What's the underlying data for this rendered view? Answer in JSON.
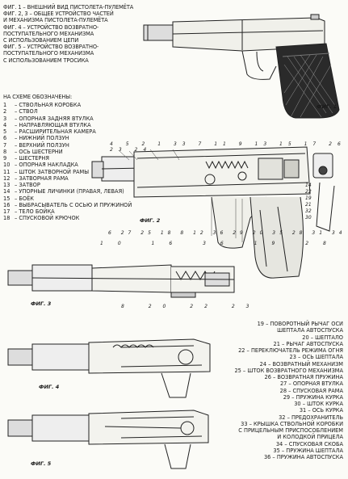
{
  "captions": [
    "ФИГ. 1 – ВНЕШНИЙ ВИД ПИСТОЛЕТА-ПУЛЕМЁТА",
    "ФИГ. 2, 3 – ОБЩЕЕ УСТРОЙСТВО ЧАСТЕЙ",
    "И МЕХАНИЗМА ПИСТОЛЕТА-ПУЛЕМЁТА",
    "ФИГ. 4 – УСТРОЙСТВО ВОЗВРАТНО-",
    "ПОСТУПАТЕЛЬНОГО МЕХАНИЗМА",
    "С ИСПОЛЬЗОВАНИЕМ ЦЕПИ",
    "ФИГ. 5 – УСТРОЙСТВО ВОЗВРАТНО-",
    "ПОСТУПАТЕЛЬНОГО МЕХАНИЗМА",
    "С ИСПОЛЬЗОВАНИЕМ ТРОСИКА"
  ],
  "legend_heading": "НА СХЕМЕ ОБОЗНАЧЕНЫ:",
  "legend_left": [
    {
      "n": "1",
      "label": "– СТВОЛЬНАЯ КОРОБКА"
    },
    {
      "n": "2",
      "label": "– СТВОЛ"
    },
    {
      "n": "3",
      "label": "– ОПОРНАЯ ЗАДНЯЯ ВТУЛКА"
    },
    {
      "n": "4",
      "label": "– НАПРАВЛЯЮЩАЯ ВТУЛКА"
    },
    {
      "n": "5",
      "label": "– РАСШИРИТЕЛЬНАЯ КАМЕРА"
    },
    {
      "n": "6",
      "label": "– НИЖНИЙ ПОЛЗУН"
    },
    {
      "n": "7",
      "label": "– ВЕРХНИЙ ПОЛЗУН"
    },
    {
      "n": "8",
      "label": "– ОСЬ ШЕСТЕРНИ"
    },
    {
      "n": "9",
      "label": "– ШЕСТЕРНЯ"
    },
    {
      "n": "10",
      "label": "– ОПОРНАЯ НАКЛАДКА"
    },
    {
      "n": "11",
      "label": "– ШТОК ЗАТВОРНОЙ РАМЫ"
    },
    {
      "n": "12",
      "label": "– ЗАТВОРНАЯ РАМА"
    },
    {
      "n": "13",
      "label": "– ЗАТВОР"
    },
    {
      "n": "14",
      "label": "– УПОРНЫЕ ЛИЧИНКИ (ПРАВАЯ, ЛЕВАЯ)"
    },
    {
      "n": "15",
      "label": "– БОЁК"
    },
    {
      "n": "16",
      "label": "– ВЫБРАСЫВАТЕЛЬ С ОСЬЮ И ПРУЖИНОЙ"
    },
    {
      "n": "17",
      "label": "– ТЕЛО БОЙКА"
    },
    {
      "n": "18",
      "label": "– СПУСКОВОЙ КРЮЧОК"
    }
  ],
  "legend_right": [
    {
      "text": "19 – ПОВОРОТНЫЙ РЫЧАГ ОСИ"
    },
    {
      "text": "ШЕПТАЛА АВТОСПУСКА"
    },
    {
      "text": "20 – ШЕПТАЛО"
    },
    {
      "text": "21 – РЫЧАГ АВТОСПУСКА"
    },
    {
      "text": "22 – ПЕРЕКЛЮЧАТЕЛЬ РЕЖИМА ОГНЯ"
    },
    {
      "text": "23 – ОСЬ ШЕПТАЛА"
    },
    {
      "text": "24 – ВОЗВРАТНЫЙ МЕХАНИЗМ"
    },
    {
      "text": "25 – ШТОК ВОЗВРАТНОГО МЕХАНИЗМА"
    },
    {
      "text": "26 – ВОЗВРАТНАЯ ПРУЖИНА"
    },
    {
      "text": "27 – ОПОРНАЯ ВТУЛКА"
    },
    {
      "text": "28 – СПУСКОВАЯ РАМА"
    },
    {
      "text": "29 – ПРУЖИНА КУРКА"
    },
    {
      "text": "30 – ШТОК КУРКА"
    },
    {
      "text": "31 – ОСЬ КУРКА"
    },
    {
      "text": "32 – ПРЕДОХРАНИТЕЛЬ"
    },
    {
      "text": "33 – КРЫШКА СТВОЛЬНОЙ КОРОБКИ"
    },
    {
      "text": "С ПРИЦЕЛЬНЫМ ПРИСПОСОБЛЕНИЕМ"
    },
    {
      "text": "И КОЛОДКОЙ ПРИЦЕЛА"
    },
    {
      "text": "34 – СПУСКОВАЯ СКОБА"
    },
    {
      "text": "35 – ПРУЖИНА ШЕПТАЛА"
    },
    {
      "text": "36 – ПРУЖИНА АВТОСПУСКА"
    }
  ],
  "figures": {
    "fig1": "ФИГ. 1",
    "fig2": "ФИГ. 2",
    "fig3": "ФИГ. 3",
    "fig4": "ФИГ. 4",
    "fig5": "ФИГ. 5"
  },
  "fig2_callouts": {
    "top": [
      "4",
      "5",
      "2",
      "1",
      "33",
      "7",
      "11",
      "9",
      "13",
      "15",
      "17",
      "26",
      "23",
      "24"
    ],
    "side": [
      "14",
      "22",
      "19",
      "21",
      "32",
      "30"
    ],
    "bottom": [
      "6",
      "27",
      "25",
      "18",
      "8",
      "12",
      "36",
      "29",
      "20",
      "35",
      "28",
      "31",
      "34"
    ]
  },
  "fig3_callouts": {
    "top": [
      "10",
      "16",
      "36",
      "19",
      "28"
    ],
    "bottom": [
      "8",
      "20",
      "22",
      "23"
    ]
  }
}
